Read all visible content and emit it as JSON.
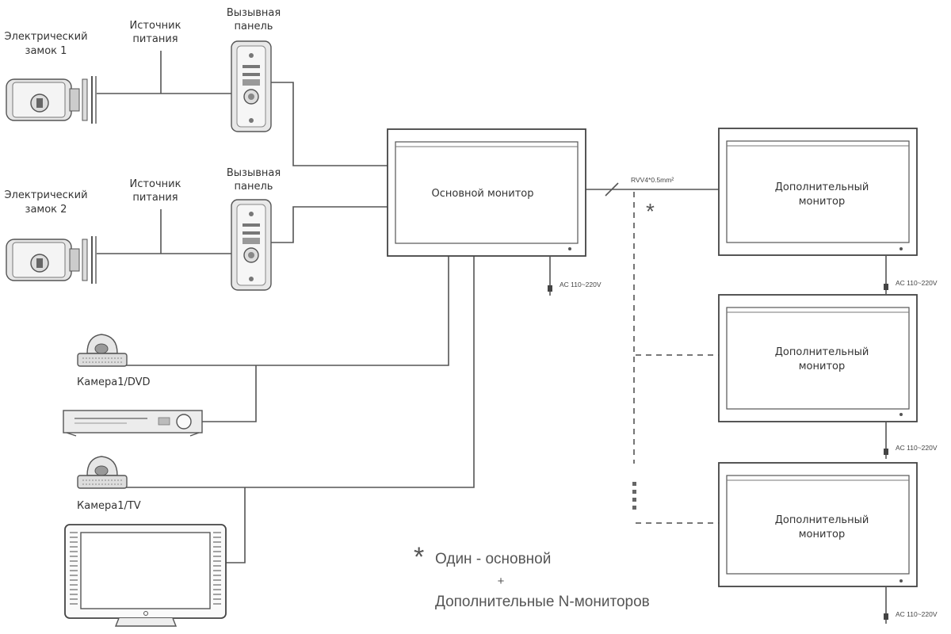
{
  "labels": {
    "lock1_line1": "Электрический",
    "lock1_line2": "замок 1",
    "lock2_line1": "Электрический",
    "lock2_line2": "замок 2",
    "power_line1": "Источник",
    "power_line2": "питания",
    "panel_line1": "Вызывная",
    "panel_line2": "панель",
    "main_monitor": "Основной монитор",
    "extra_line1": "Дополнительный",
    "extra_line2": "монитор",
    "cable": "RVV4*0.5mm²",
    "ac": "AC 110~220V",
    "camera_dvd": "Камера1/DVD",
    "camera_tv": "Камера1/TV",
    "asterisk": "*",
    "note_line1": "Один - основной",
    "note_plus": "+",
    "note_line2": "Дополнительные N-мониторов"
  },
  "colors": {
    "line": "#555555",
    "text": "#333333",
    "device_fill": "#e6e6e6"
  },
  "icons": [
    "electric-lock-icon",
    "call-panel-icon",
    "monitor-icon",
    "dome-camera-icon",
    "dvd-player-icon",
    "tv-icon",
    "power-plug-icon"
  ]
}
